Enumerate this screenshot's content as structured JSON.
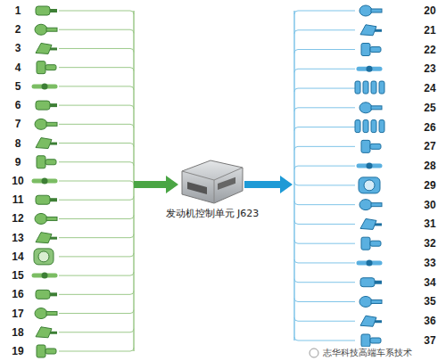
{
  "diagram": {
    "nodes": [
      {
        "text": [
          "发动机控制单元 J623"
        ]
      }
    ],
    "labels": [
      "1",
      "2",
      "3",
      "4",
      "5",
      "6",
      "7",
      "8",
      "9",
      "10",
      "11",
      "12",
      "13",
      "14",
      "15",
      "16",
      "17",
      "18",
      "19",
      "20",
      "21",
      "22",
      "23",
      "24",
      "25",
      "26",
      "27",
      "28",
      "29",
      "30",
      "31",
      "32",
      "33",
      "34",
      "35",
      "36",
      "37",
      "志华科技高端车系技术"
    ]
  }
}
